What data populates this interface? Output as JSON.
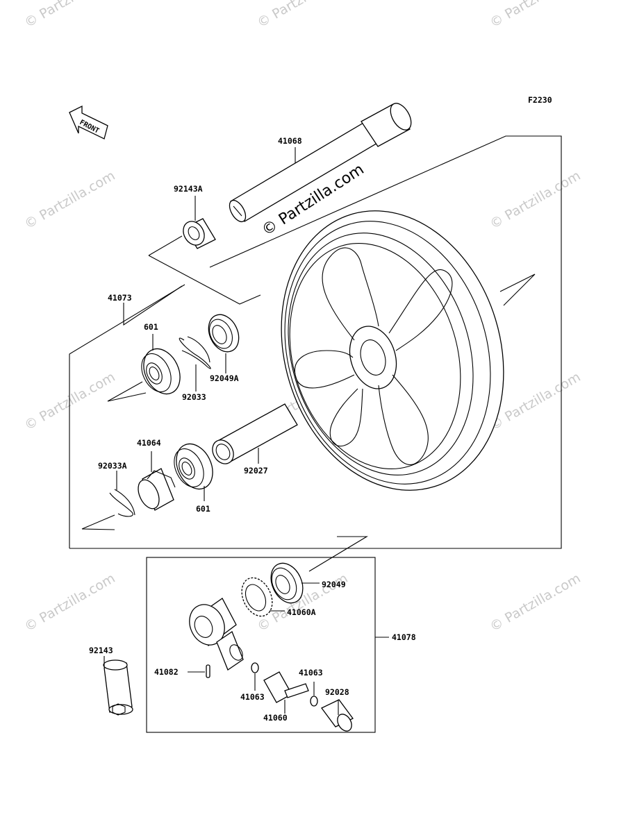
{
  "figure_code": "F2230",
  "front_marker": "FRONT",
  "watermark": {
    "text": "© Partzilla.com",
    "center_text": "© Partzilla.com"
  },
  "parts": {
    "p41068": "41068",
    "p92143A": "92143A",
    "p41073": "41073",
    "p601a": "601",
    "p92049A": "92049A",
    "p92033": "92033",
    "p41064": "41064",
    "p92033A": "92033A",
    "p92027": "92027",
    "p601b": "601",
    "p92049": "92049",
    "p41060A": "41060A",
    "p41078": "41078",
    "p92143": "92143",
    "p41082": "41082",
    "p41063a": "41063",
    "p41063b": "41063",
    "p92028": "92028",
    "p41060": "41060"
  }
}
